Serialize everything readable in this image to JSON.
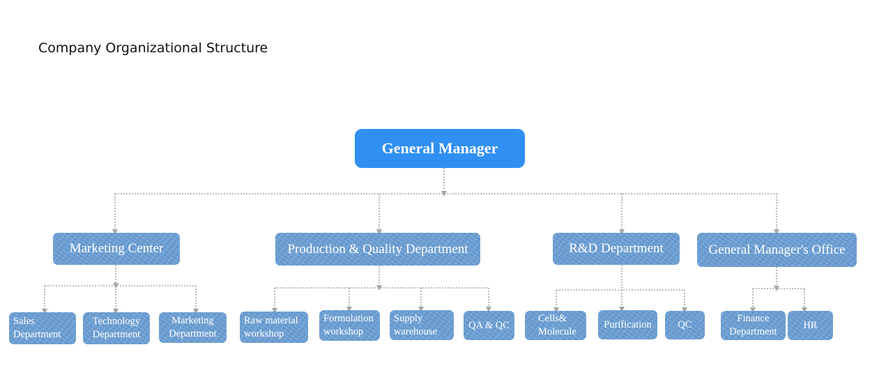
{
  "page": {
    "title": "Company Organizational Structure"
  },
  "org": {
    "root": "General Manager",
    "departments": {
      "marketing_center": "Marketing Center",
      "production_quality": "Production & Quality Department",
      "rnd": "R&D Department",
      "gm_office": "General Manager's Office"
    },
    "units": {
      "sales": "Sales\nDepartment",
      "technology": "Technology\nDepartment",
      "marketing": "Marketing\nDepartment",
      "raw_material": "Raw material\nworkshop",
      "formulation": "Formulation\nworkshop",
      "supply": "Supply\nwarehouse",
      "qa_qc": "QA & QC",
      "cells": "Cells&\nMolecule",
      "purification": "Purification",
      "qc": "QC",
      "finance": "Finance\nDepartment",
      "hr": "HR"
    }
  },
  "colors": {
    "root_fill": "#2f8ff2",
    "node_fill": "#6a9fd6",
    "connector": "#a6a6a6"
  }
}
